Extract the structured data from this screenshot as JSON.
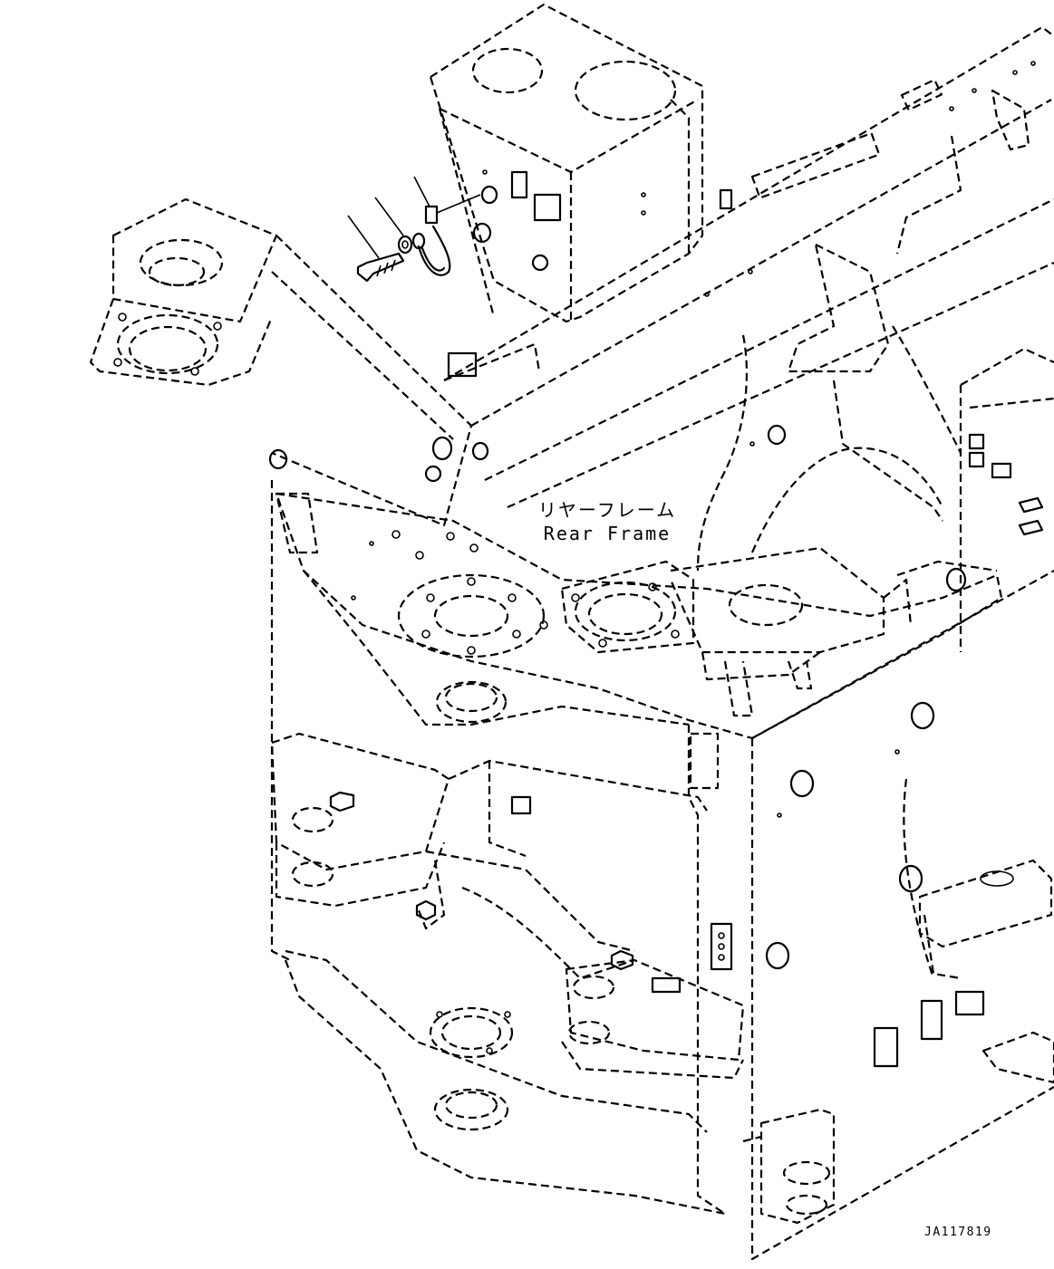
{
  "labels": {
    "part_name_jp": "リヤーフレーム",
    "part_name_en": "Rear Frame"
  },
  "drawing_id": "JA117819",
  "icons": {
    "bolt": "bolt-icon",
    "washer": "washer-icon",
    "ground_cable": "ground-cable-icon"
  },
  "colors": {
    "line": "#000000",
    "background": "#ffffff"
  }
}
